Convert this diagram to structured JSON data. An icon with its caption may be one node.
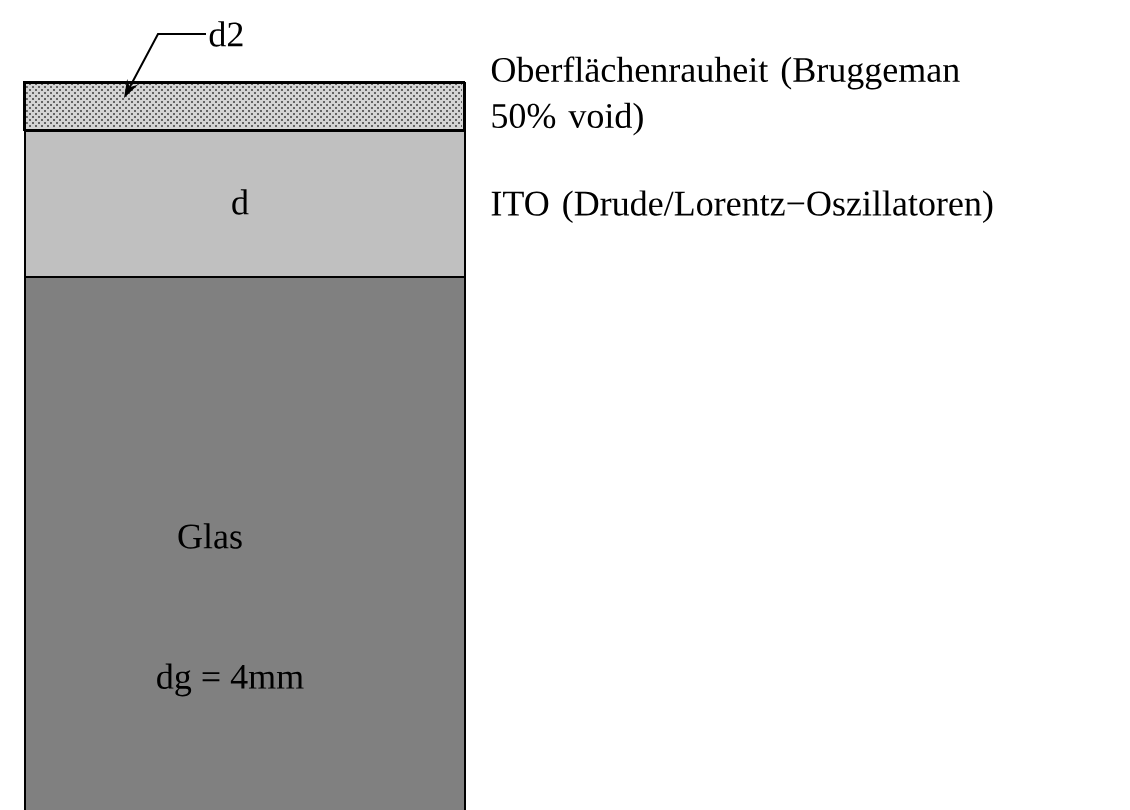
{
  "diagram": {
    "nodes": [
      {
        "text": [],
        "shape": "band",
        "beside": [
          "Oberflächenrauheit (Bruggeman 50% void)"
        ]
      },
      {
        "text": [
          "d"
        ],
        "beside": [
          "ITO (Drude/Lorentz−Oszillatoren)"
        ]
      },
      {
        "text": [
          "Glas",
          "dg = 4mm"
        ]
      },
      {
        "text": [
          "d2"
        ]
      }
    ],
    "edges": [
      {
        "from": 3,
        "to": 0,
        "arrow": "to"
      }
    ]
  }
}
